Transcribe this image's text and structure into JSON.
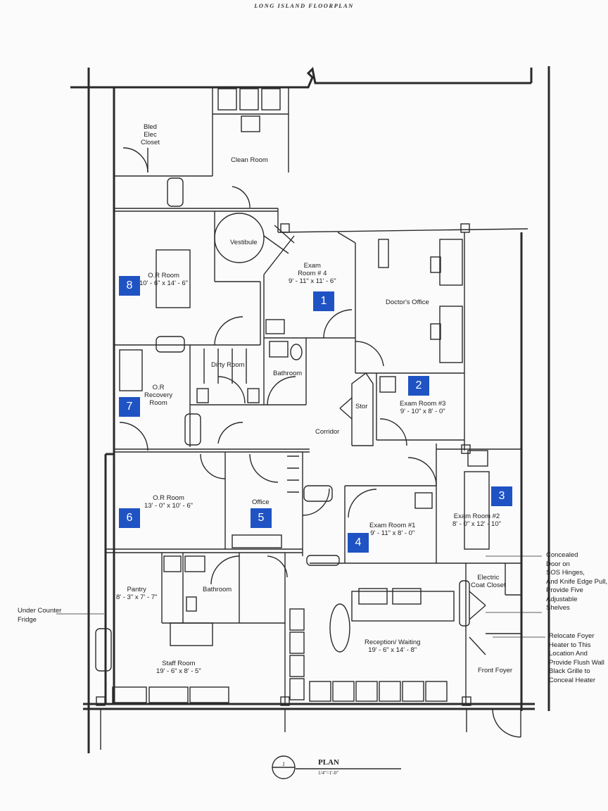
{
  "title": "LONG ISLAND FLOORPLAN",
  "rooms": [
    {
      "name": "Bled\nElec\nCloset",
      "dims": ""
    },
    {
      "name": "Clean Room",
      "dims": ""
    },
    {
      "name": "Vestibule",
      "dims": ""
    },
    {
      "name": "Exam\nRoom # 4",
      "dims": "9' - 11\" x 11' - 6\""
    },
    {
      "name": "Doctor's Office",
      "dims": ""
    },
    {
      "name": "O.R Room",
      "dims": "10' - 6\" x 14' - 6\""
    },
    {
      "name": "Dirty Room",
      "dims": ""
    },
    {
      "name": "Bathroom",
      "dims": ""
    },
    {
      "name": "O.R\nRecovery\nRoom",
      "dims": ""
    },
    {
      "name": "Stor",
      "dims": ""
    },
    {
      "name": "Exam Room #3",
      "dims": "9' - 10\" x 8' - 0\""
    },
    {
      "name": "Corridor",
      "dims": ""
    },
    {
      "name": "O.R Room",
      "dims": "13' - 0\" x 10' - 6\""
    },
    {
      "name": "Office",
      "dims": ""
    },
    {
      "name": "Exam Room #1",
      "dims": "9' - 11\" x 8' - 0\""
    },
    {
      "name": "Exam Room #2",
      "dims": "8' - 0\" x 12' - 10\""
    },
    {
      "name": "Pantry",
      "dims": "8' - 3\" x 7' - 7\""
    },
    {
      "name": "Bathroom",
      "dims": ""
    },
    {
      "name": "Electric\nCoat Closet",
      "dims": ""
    },
    {
      "name": "Reception/ Waiting",
      "dims": "19' - 6\" x 14' - 8\""
    },
    {
      "name": "Staff Room",
      "dims": "19' - 6\" x 8' - 5\""
    },
    {
      "name": "Front Foyer",
      "dims": ""
    }
  ],
  "notes": {
    "fridge": "Under Counter\nFridge",
    "door": "Concealed\nDoor on\nSOS Hinges,\nAnd Knife Edge Pull,\nProvide Five\nAdjustable\nShelves",
    "heater": "Relocate Foyer\nHeater to This\nLocation And\nProvide Flush Wall\nBlack Grille to\nConceal Heater"
  },
  "markers": [
    "1",
    "2",
    "3",
    "4",
    "5",
    "6",
    "7",
    "8"
  ],
  "plan": {
    "title": "PLAN",
    "scale": "1/4\"=1'-0\"",
    "number": "1"
  }
}
